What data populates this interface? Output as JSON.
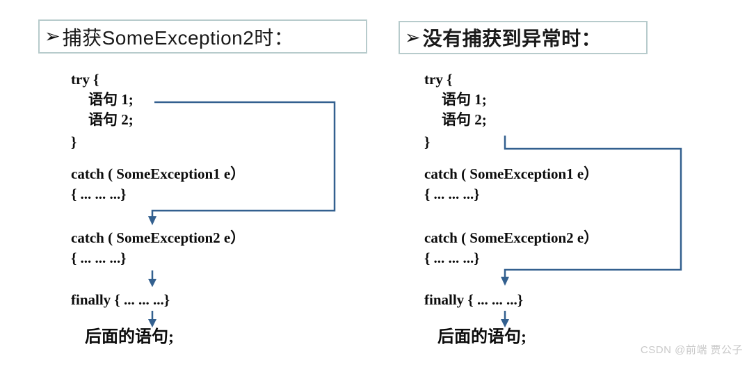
{
  "watermark": "CSDN @前端 贾公子",
  "colors": {
    "flow_line": "#33608f",
    "title_border": "#b7cbcc",
    "code_text": "#0b0b0b",
    "watermark": "#c9c9c9"
  },
  "left": {
    "bullet": "➢",
    "title": "捕获SomeException2时：",
    "code": {
      "try_open": "try {",
      "stmt1": "语句 1;",
      "stmt2": "语句 2;",
      "try_close": "}",
      "catch1": "catch ( SomeException1 e）",
      "catch1_body": "{ ... ... ...}",
      "catch2": "catch ( SomeException2 e）",
      "catch2_body": "{ ... ... ...}",
      "finally_line": "finally { ... ... ...}",
      "after_stmt": "后面的语句;"
    }
  },
  "right": {
    "bullet": "➢",
    "title": "没有捕获到异常时：",
    "code": {
      "try_open": "try {",
      "stmt1": "语句 1;",
      "stmt2": "语句 2;",
      "try_close": "}",
      "catch1": "catch ( SomeException1 e）",
      "catch1_body": "{ ... ... ...}",
      "catch2": "catch ( SomeException2 e）",
      "catch2_body": "{ ... ... ...}",
      "finally_line": "finally { ... ... ...}",
      "after_stmt": "后面的语句;"
    }
  }
}
